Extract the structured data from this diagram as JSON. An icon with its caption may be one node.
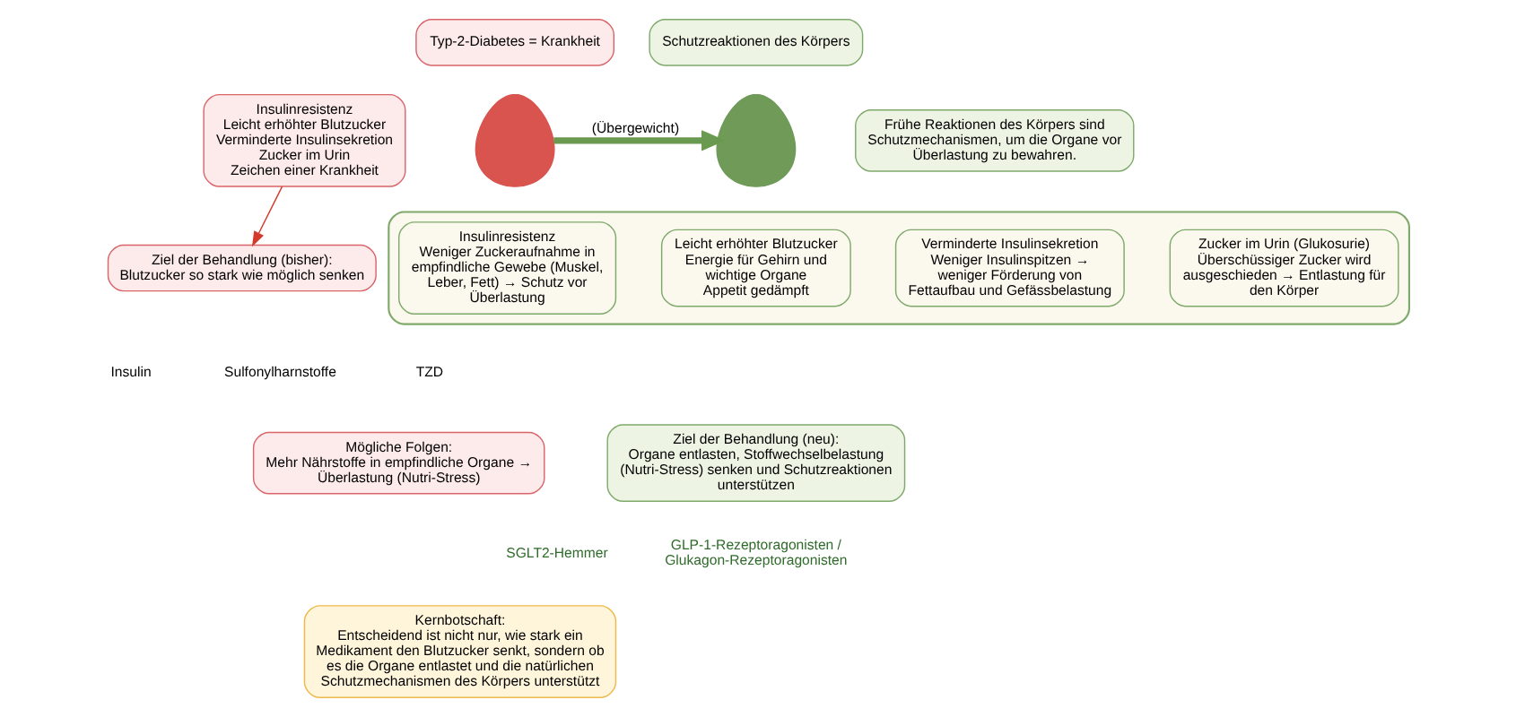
{
  "diagram": {
    "nodes": [
      {
        "text": [
          "Typ-2-Diabetes = Krankheit"
        ]
      },
      {
        "text": [],
        "shape": "person"
      },
      {
        "text": [
          "Insulinresistenz",
          "Leicht erhöhter Blutzucker",
          "Verminderte Insulinsekretion",
          "Zucker im Urin",
          "Zeichen einer Krankheit"
        ]
      },
      {
        "text": [
          "Ziel der Behandlung (bisher):",
          "Blutzucker so stark wie möglich senken"
        ]
      },
      {
        "text": [
          "Mögliche Folgen:",
          "Mehr Nährstoffe in empfindliche Organe → Überlastung (Nutri-Stress)"
        ]
      },
      {
        "text": [
          "Schutzreaktionen des Körpers"
        ]
      },
      {
        "text": [],
        "shape": "person"
      },
      {
        "text": [
          "Frühe Reaktionen des Körpers sind Schutzmechanismen, um die Organe vor Überlastung zu bewahren."
        ]
      },
      {
        "text": [],
        "shape": "box"
      },
      {
        "text": [
          "Insulinresistenz",
          "Weniger Zuckeraufnahme in empfindliche Gewebe (Muskel, Leber, Fett) → Schutz vor Überlastung"
        ],
        "in": 8
      },
      {
        "text": [
          "Leicht erhöhter Blutzucker",
          "Energie für Gehirn und wichtige Organe",
          "Appetit gedämpft"
        ],
        "in": 8
      },
      {
        "text": [
          "Verminderte Insulinsekretion",
          "Weniger Insulinspitzen → weniger Förderung von Fettaufbau und Gefässbelastung"
        ],
        "in": 8
      },
      {
        "text": [
          "Zucker im Urin (Glukosurie)",
          "Überschüssiger Zucker wird ausgeschieden → Entlastung für den Körper"
        ],
        "in": 8
      },
      {
        "text": [
          "Ziel der Behandlung (neu):",
          "Organe entlasten, Stoffwechselbelastung (Nutri-Stress) senken und Schutzreaktionen unterstützen"
        ]
      },
      {
        "text": [
          "Kernbotschaft:",
          "Entscheidend ist nicht nur, wie stark ein Medikament den Blutzucker senkt, sondern ob es die Organe entlastet und die natürlichen Schutzmechanismen des Körpers unterstützt"
        ]
      }
    ],
    "edges": [
      {
        "from": 1,
        "to": 6,
        "arrow": "to",
        "label": "(Übergewicht)",
        "style": "thick",
        "color": "#6a9a4f"
      },
      {
        "from": 2,
        "to": 3,
        "arrow": "to",
        "color": "#d33a2c"
      }
    ],
    "labels": [
      "Insulin",
      "Sulfonylharnstoffe",
      "TZD",
      "SGLT2-Hemmer",
      "GLP-1-Rezeptoragonisten / Glukagon-Rezeptoragonisten"
    ]
  }
}
